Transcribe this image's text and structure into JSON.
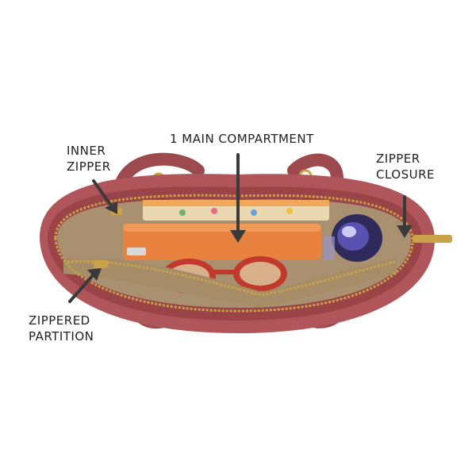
{
  "labels": {
    "main_compartment": "1 MAIN COMPARTMENT",
    "inner_zipper": [
      "INNER",
      "ZIPPER"
    ],
    "zipper_closure": [
      "ZIPPER",
      "CLOSURE"
    ],
    "zippered_partition": [
      "ZIPPERED",
      "PARTITION"
    ]
  },
  "colors": {
    "bag_leather": "#b0565a",
    "bag_dark": "#8e3f43",
    "lining": "#a89070",
    "zipper_gold": "#c9a24a",
    "pouch_orange": "#e8823e",
    "sunglasses_red": "#c0392b",
    "bottle_purple": "#4a3f8c",
    "arrow": "#3a3a3a"
  }
}
